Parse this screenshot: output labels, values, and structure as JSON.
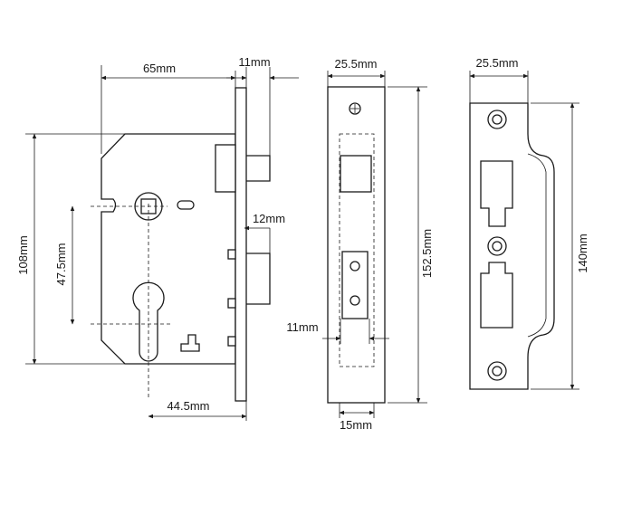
{
  "colors": {
    "line": "#1a1a1a",
    "background": "#ffffff"
  },
  "lock_body": {
    "dim_backset": "65mm",
    "dim_latch_projection": "11mm",
    "dim_height": "108mm",
    "dim_centres": "47.5mm",
    "dim_bolt_width": "12mm",
    "dim_case_depth": "44.5mm"
  },
  "forend": {
    "dim_width": "25.5mm",
    "dim_height": "152.5mm",
    "dim_offset": "11mm",
    "dim_case_width": "15mm"
  },
  "strike_plate": {
    "dim_width": "25.5mm",
    "dim_height": "140mm"
  }
}
